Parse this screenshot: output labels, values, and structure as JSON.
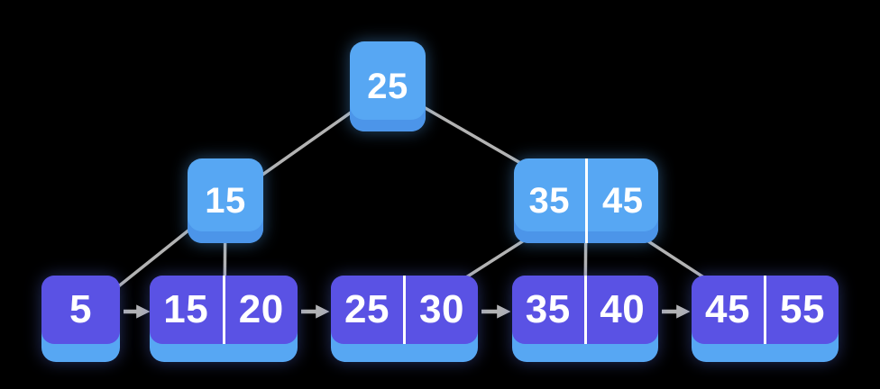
{
  "diagram": {
    "colors": {
      "background": "#000000",
      "internal_node": "#57a7f3",
      "internal_node_lip": "#4c95e9",
      "leaf_node": "#5a52e4",
      "leaf_node_lip": "#57a7f3",
      "edge": "#b3b3b3",
      "key_text": "#ffffff",
      "divider": "#ffffff"
    },
    "nodes": {
      "root": {
        "keys": [
          "25"
        ]
      },
      "internal_left": {
        "keys": [
          "15"
        ]
      },
      "internal_right": {
        "keys": [
          "35",
          "45"
        ]
      },
      "leaf_1": {
        "keys": [
          "5"
        ]
      },
      "leaf_2": {
        "keys": [
          "15",
          "20"
        ]
      },
      "leaf_3": {
        "keys": [
          "25",
          "30"
        ]
      },
      "leaf_4": {
        "keys": [
          "35",
          "40"
        ]
      },
      "leaf_5": {
        "keys": [
          "45",
          "55"
        ]
      }
    }
  }
}
